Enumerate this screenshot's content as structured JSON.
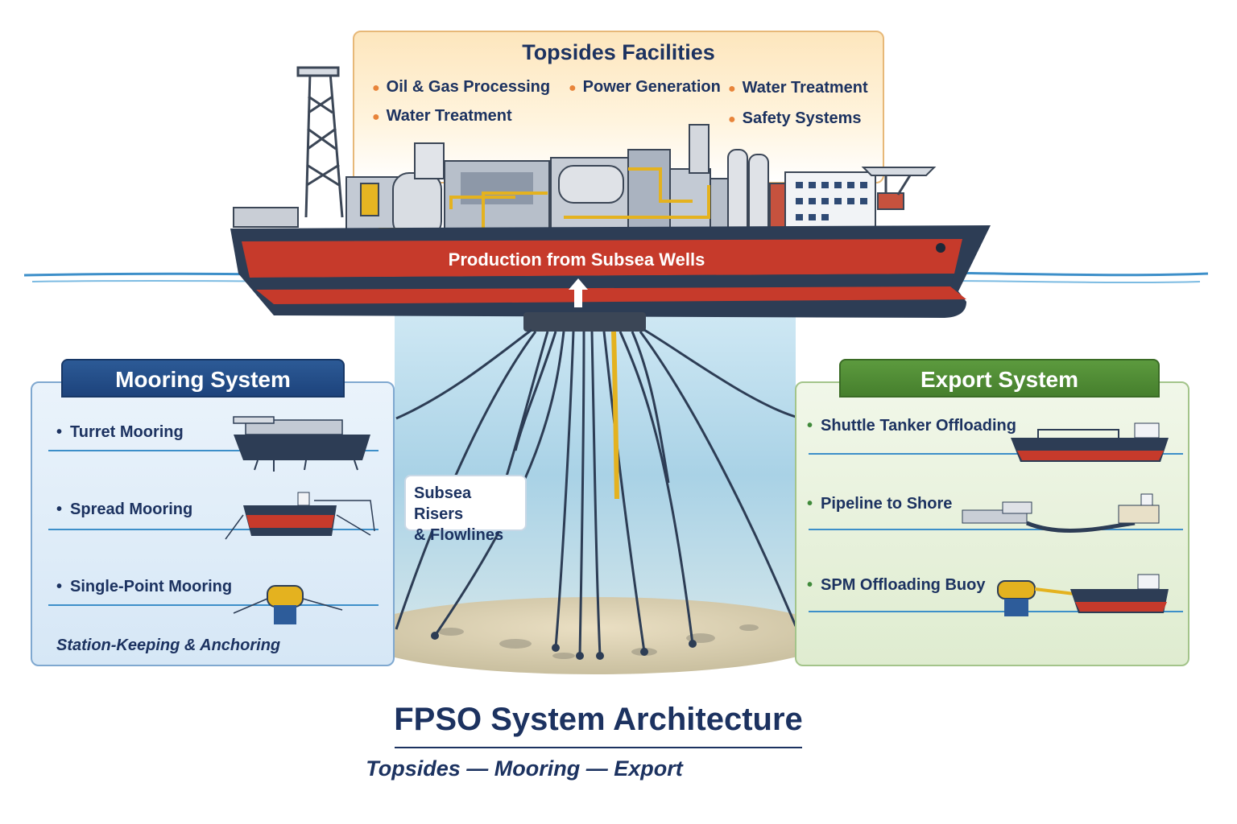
{
  "topsides": {
    "title": "Topsides Facilities",
    "items": [
      "Oil & Gas Processing",
      "Power Generation",
      "Water Treatment",
      "Water Treatment",
      "Safety Systems"
    ]
  },
  "hull_label": "Production from Subsea Wells",
  "mooring": {
    "title": "Mooring System",
    "items": [
      "Turret Mooring",
      "Spread Mooring",
      "Single-Point Mooring"
    ],
    "footer": "Station-Keeping & Anchoring"
  },
  "export": {
    "title": "Export System",
    "items": [
      "Shuttle Tanker Offloading",
      "Pipeline to Shore",
      "SPM Offloading Buoy"
    ]
  },
  "callout": {
    "line1": "Subsea Risers",
    "line2": "& Flowlines"
  },
  "title": "FPSO System Architecture",
  "subtitle": "Topsides — Mooring — Export",
  "colors": {
    "navy": "#1c3260",
    "hull_red": "#c63a2b",
    "hull_dark": "#2d3d55",
    "riser_yellow": "#e4b21f",
    "mooring_blue": "#1d437c",
    "export_green": "#467f2d"
  }
}
